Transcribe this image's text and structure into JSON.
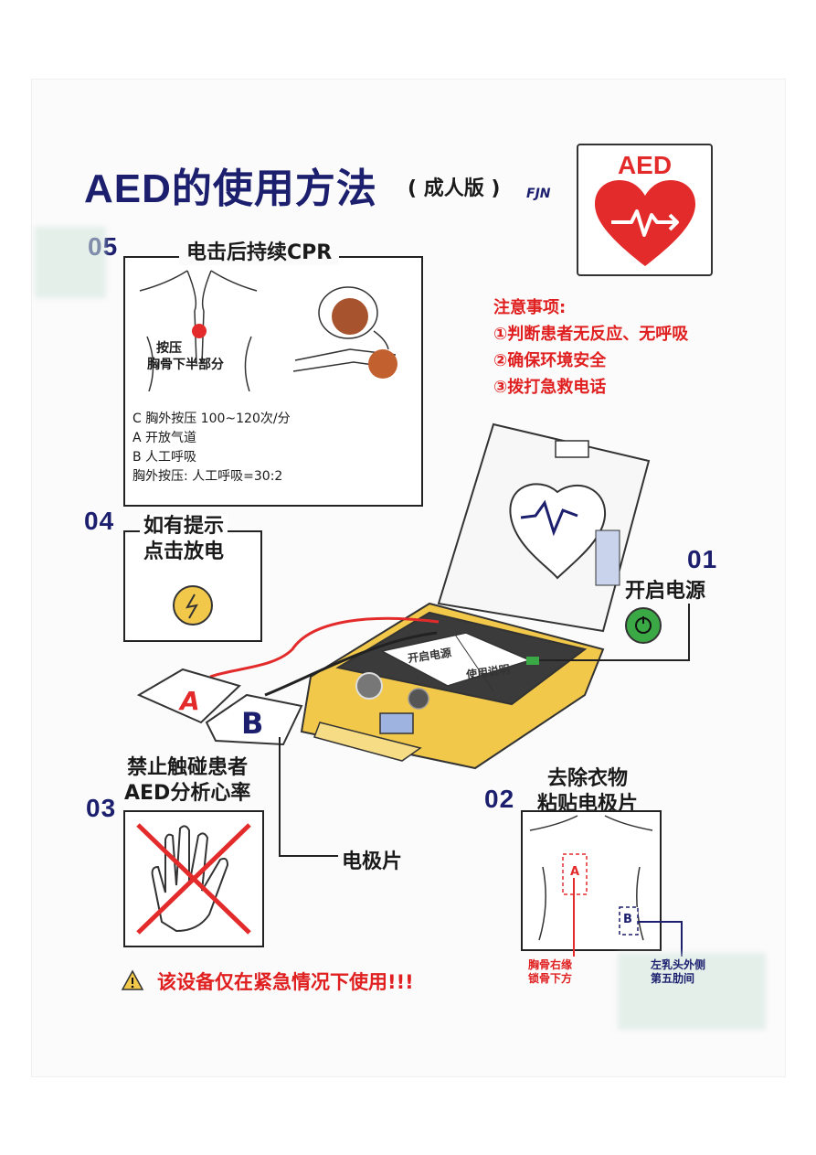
{
  "header": {
    "title": "AED的使用方法",
    "subtitle": "( 成人版 )",
    "mark": "FJN",
    "logo_text": "AED"
  },
  "notes": {
    "heading": "注意事项:",
    "items": [
      "①判断患者无反应、无呼吸",
      "②确保环境安全",
      "③拨打急救电话"
    ]
  },
  "steps": {
    "s05": {
      "num": "05",
      "title": "电击后持续CPR",
      "press_label_1": "按压",
      "press_label_2": "胸骨下半部分",
      "lines": [
        "C  胸外按压  100~120次/分",
        "A  开放气道",
        "B  人工呼吸",
        "胸外按压: 人工呼吸=30:2"
      ]
    },
    "s04": {
      "num": "04",
      "title_1": "如有提示",
      "title_2": "点击放电"
    },
    "s01": {
      "num": "01",
      "title": "开启电源"
    },
    "s03": {
      "num": "03",
      "title_1": "禁止触碰患者",
      "title_2": "AED分析心率"
    },
    "s02": {
      "num": "02",
      "title_1": "去除衣物",
      "title_2": "粘贴电极片",
      "pad_a": "A",
      "pad_b": "B",
      "note_a_1": "胸骨右缘",
      "note_a_2": "锁骨下方",
      "note_b_1": "左乳头外侧",
      "note_b_2": "第五肋间"
    }
  },
  "device": {
    "pad_a": "A",
    "pad_b": "B",
    "electrode_label": "电极片",
    "screen_label_1": "开启电源",
    "screen_label_2": "使用说明"
  },
  "warning": "该设备仅在紧急情况下使用!!!",
  "colors": {
    "navy": "#1b1f6e",
    "red": "#e32b2b",
    "yellow": "#f2c84b",
    "green": "#3aa845"
  }
}
